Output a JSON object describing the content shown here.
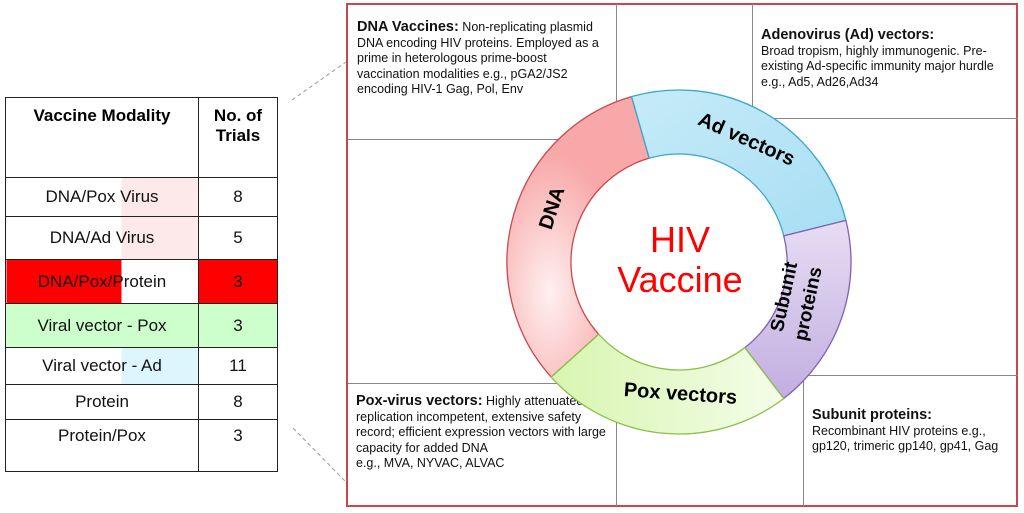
{
  "table": {
    "headers": [
      "Vaccine Modality",
      "No. of Trials"
    ],
    "rows": [
      {
        "modality": "DNA/Pox Virus",
        "trials": "8"
      },
      {
        "modality": "DNA/Ad Virus",
        "trials": "5"
      },
      {
        "modality": "DNA/Pox/Protein",
        "trials": "3"
      },
      {
        "modality": "Viral vector - Pox",
        "trials": "3"
      },
      {
        "modality": "Viral vector - Ad",
        "trials": "11"
      },
      {
        "modality": "Protein",
        "trials": "8"
      },
      {
        "modality": "Protein/Pox",
        "trials": "3"
      }
    ]
  },
  "center": {
    "line1": "HIV",
    "line2": "Vaccine",
    "color": "#ff0000"
  },
  "ring": [
    {
      "label": "DNA",
      "color": "#f9b4b4"
    },
    {
      "label": "Ad vectors",
      "color": "#bfe9f7"
    },
    {
      "label": "Subunit",
      "label2": "proteins",
      "color": "#d8c8ec"
    },
    {
      "label": "Pox vectors",
      "color": "#e2f7c4"
    }
  ],
  "boxes": {
    "dna": {
      "title": "DNA Vaccines:",
      "text": "Non-replicating plasmid DNA encoding HIV proteins. Employed as a prime in heterologous prime-boost vaccination modalities e.g., pGA2/JS2 encoding HIV-1 Gag, Pol, Env"
    },
    "ad": {
      "title": "Adenovirus (Ad) vectors:",
      "text": "Broad tropism, highly immunogenic. Pre-existing Ad-specific immunity major hurdle e.g., Ad5, Ad26,Ad34"
    },
    "pox": {
      "title": "Pox-virus vectors:",
      "text": "Highly attenuated, replication incompetent, extensive safety record; efficient expression vectors with large capacity for added DNA",
      "text2": "e.g., MVA, NYVAC, ALVAC"
    },
    "subunit": {
      "title": "Subunit proteins:",
      "text": "Recombinant HIV proteins e.g., gp120, trimeric gp140, gp41, Gag"
    }
  }
}
